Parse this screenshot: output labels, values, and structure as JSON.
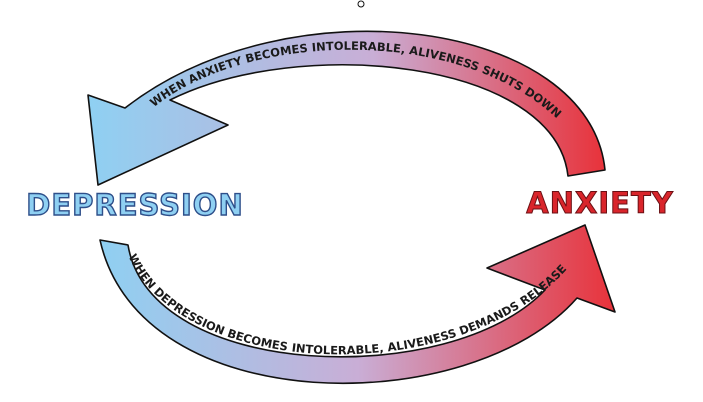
{
  "nodes": {
    "depression": {
      "label": "DEPRESSION"
    },
    "anxiety": {
      "label": "ANXIETY"
    }
  },
  "arrows": {
    "top": {
      "label": "WHEN ANXIETY BECOMES INTOLERABLE, ALIVENESS SHUTS DOWN"
    },
    "bottom": {
      "label": "WHEN DEPRESSION BECOMES INTOLERABLE, ALIVENESS DEMANDS RELEASE"
    }
  },
  "colors": {
    "blue": "#8fd0f2",
    "lavender": "#c9aed6",
    "red": "#e8323a",
    "depression_text": "#8fd0f2",
    "depression_outline": "#2e4f8a",
    "anxiety_text": "#d9252b",
    "outline": "#111111"
  }
}
